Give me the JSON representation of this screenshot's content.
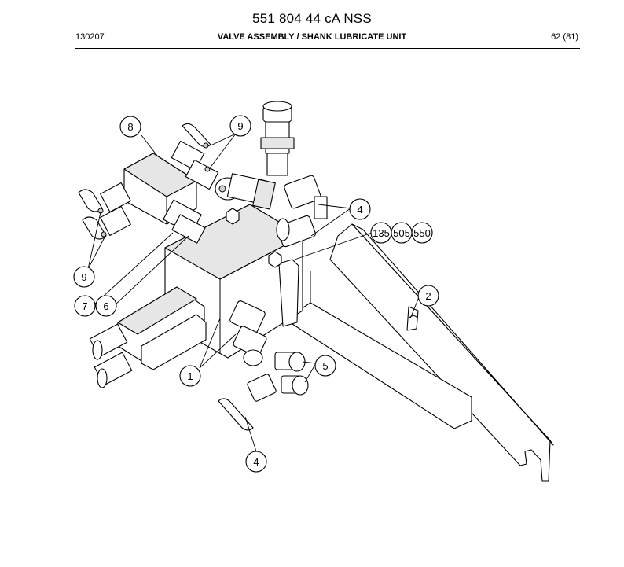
{
  "header": {
    "title": "551 804 44 cA NSS",
    "doc_code": "130207",
    "section_title": "VALVE ASSEMBLY / SHANK LUBRICATE UNIT",
    "page": "62 (81)"
  },
  "callouts": {
    "c1": "1",
    "c2": "2",
    "c4a": "4",
    "c4b": "4",
    "c5": "5",
    "c6": "6",
    "c7": "7",
    "c8": "8",
    "c9a": "9",
    "c9b": "9",
    "c135": "135",
    "c505": "505",
    "c550": "550"
  }
}
